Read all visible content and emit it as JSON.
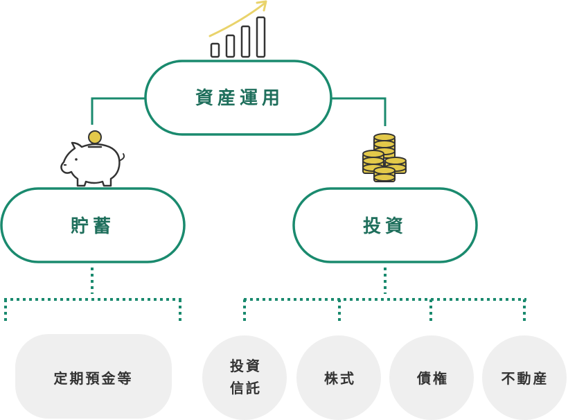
{
  "diagram": {
    "root": {
      "label": "資産運用"
    },
    "branches": {
      "savings": {
        "label": "貯蓄",
        "icon": "piggy-bank-icon"
      },
      "investment": {
        "label": "投資",
        "icon": "coin-stack-icon"
      }
    },
    "root_icon": "growth-bar-chart-icon",
    "leaves": {
      "savings_item": "定期預金等",
      "trust_line1": "投資",
      "trust_line2": "信託",
      "stocks": "株式",
      "bonds": "債権",
      "real_estate": "不動産"
    }
  },
  "colors": {
    "primary": "#1a8a6e",
    "text_primary": "#1f6f5c",
    "leaf_bg": "#efefef",
    "leaf_text": "#333333",
    "coin": "#e3c94a",
    "arrow": "#e9d36b",
    "outline": "#333333"
  }
}
